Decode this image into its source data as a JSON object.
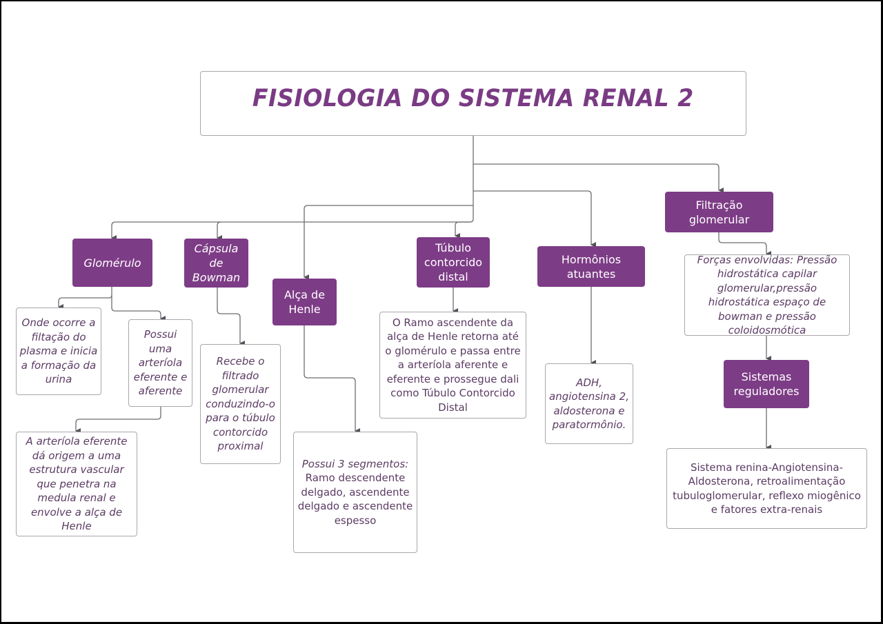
{
  "title": "FISIOLOGIA DO SISTEMA RENAL 2",
  "colors": {
    "node_fill": "#7d3c86",
    "title_text": "#7a3b84",
    "note_text": "#5b3b63",
    "connector": "#55525a",
    "box_border": "#a9a6ab"
  },
  "nodes": {
    "glomerulo": {
      "label": "Glomérulo"
    },
    "capsula": {
      "label": "Cápsula de Bowman"
    },
    "alca": {
      "label": "Alça de Henle"
    },
    "tubulo": {
      "label": "Túbulo contorcido distal"
    },
    "hormonios": {
      "label": "Hormônios atuantes"
    },
    "filtracao": {
      "label": "Filtração glomerular"
    },
    "sistemas": {
      "label": "Sistemas reguladores"
    }
  },
  "notes": {
    "glomerulo_onde": "Onde ocorre a filtação do plasma e inicia a formação da urina",
    "glomerulo_possui": "Possui uma arteríola eferente e aferente",
    "glomerulo_arteriola": "A arteríola eferente dá origem a uma estrutura vascular que penetra na medula renal e envolve a alça de Henle",
    "capsula_recebe": "Recebe o filtrado glomerular conduzindo-o para o túbulo contorcido proximal",
    "alca_italic": "Possui 3 segmentos:",
    "alca_rest": "Ramo descendente delgado, ascendente delgado e ascendente espesso",
    "tubulo_ramo": "O Ramo ascendente da alça de Henle retorna até o glomérulo e passa entre a arteríola aferente e eferente e prossegue dali como Túbulo Contorcido Distal",
    "hormonios_lista": "ADH, angiotensina 2, aldosterona e paratormônio.",
    "filtracao_forcas": "Forças envolvidas: Pressão hidrostática capilar glomerular,pressão hidrostática espaço de bowman e pressão coloidosmótica",
    "sistemas_lista": "Sistema renina-Angiotensina-Aldosterona, retroalimentação tubuloglomerular, reflexo miogênico e fatores extra-renais"
  }
}
